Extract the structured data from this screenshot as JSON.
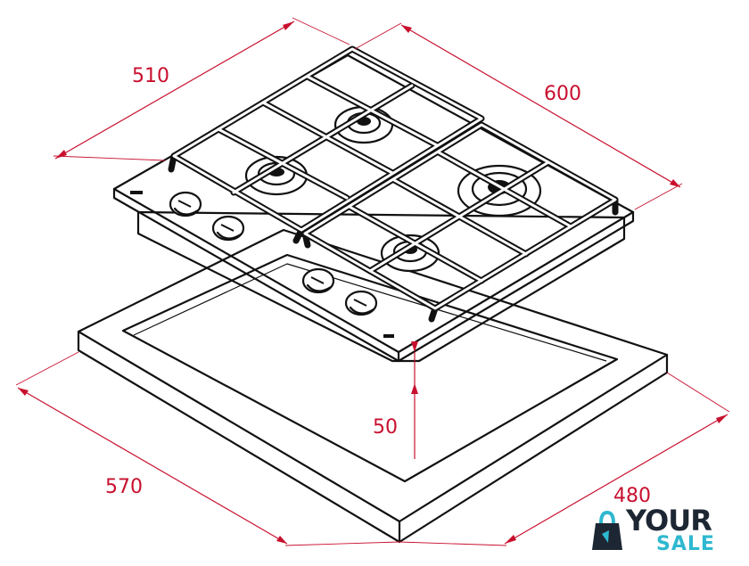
{
  "dimensions": {
    "width_top": "510",
    "depth_top": "600",
    "cutout_width": "570",
    "cutout_depth": "480",
    "height": "50"
  },
  "watermark": {
    "word1": "YOUR",
    "word2": "SALE"
  },
  "colors": {
    "dimension": "#c8102e",
    "ink": "#111111",
    "logo_dark": "#1d2733",
    "logo_accent": "#2fb8d0"
  }
}
